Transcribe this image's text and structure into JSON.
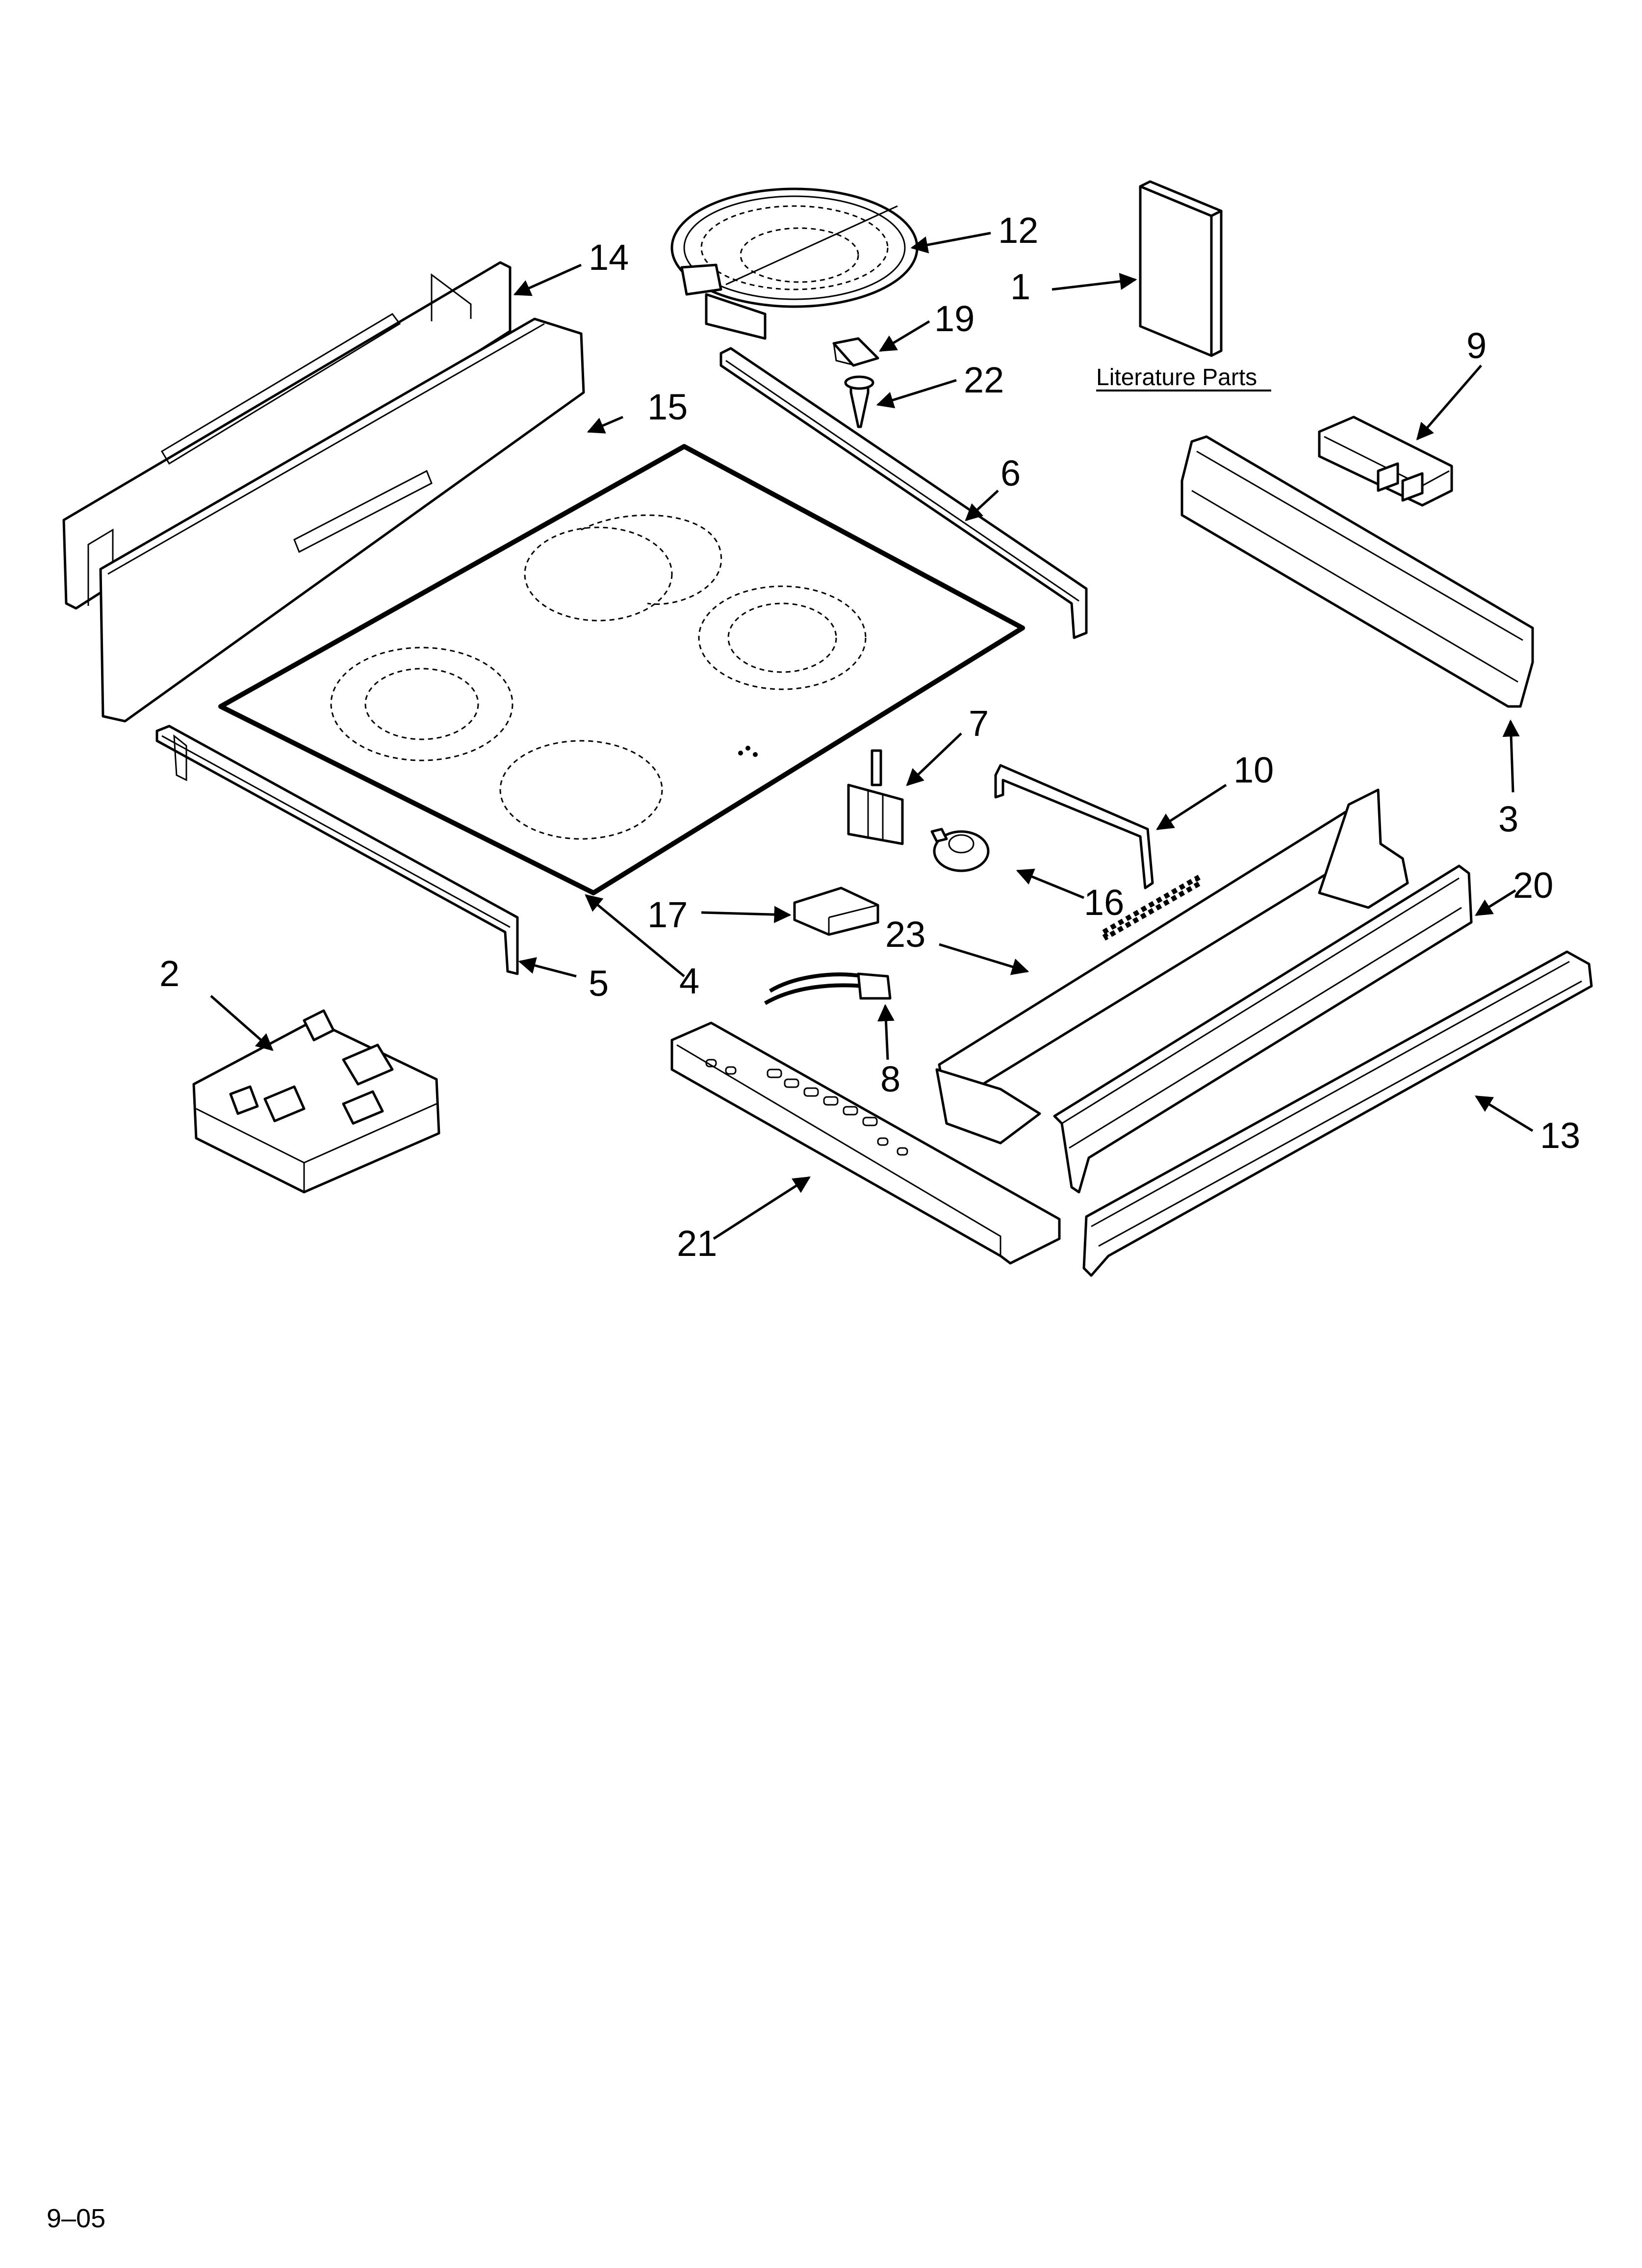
{
  "diagram": {
    "literature_label": "Literature Parts",
    "footer_code": "9–05",
    "callouts": {
      "c1": "1",
      "c2": "2",
      "c3": "3",
      "c4": "4",
      "c5": "5",
      "c6": "6",
      "c7": "7",
      "c8": "8",
      "c9": "9",
      "c10": "10",
      "c12": "12",
      "c13": "13",
      "c14": "14",
      "c15": "15",
      "c16": "16",
      "c17": "17",
      "c19": "19",
      "c20": "20",
      "c21": "21",
      "c22": "22",
      "c23": "23"
    }
  }
}
